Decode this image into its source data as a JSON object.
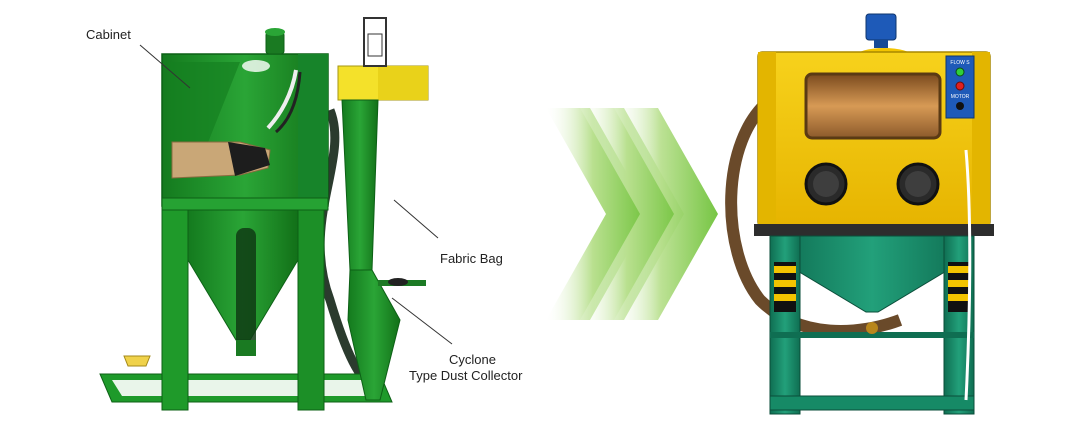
{
  "labels": {
    "cabinet": "Cabinet",
    "fabric_bag": "Fabric Bag",
    "cyclone_line1": "Cyclone",
    "cyclone_line2": "Type Dust Collector"
  },
  "panel_labels": {
    "top": "FLOW S",
    "bottom": "MOTOR"
  },
  "colors": {
    "machine_green": "#1f9a2a",
    "machine_dark_green": "#137a1f",
    "cabinet_yellow": "#f3c400",
    "frame_teal": "#178a6a",
    "dust_yellow": "#f4e12a",
    "arrow_green": "#7ac943",
    "panel_blue": "#1e5ab8"
  }
}
